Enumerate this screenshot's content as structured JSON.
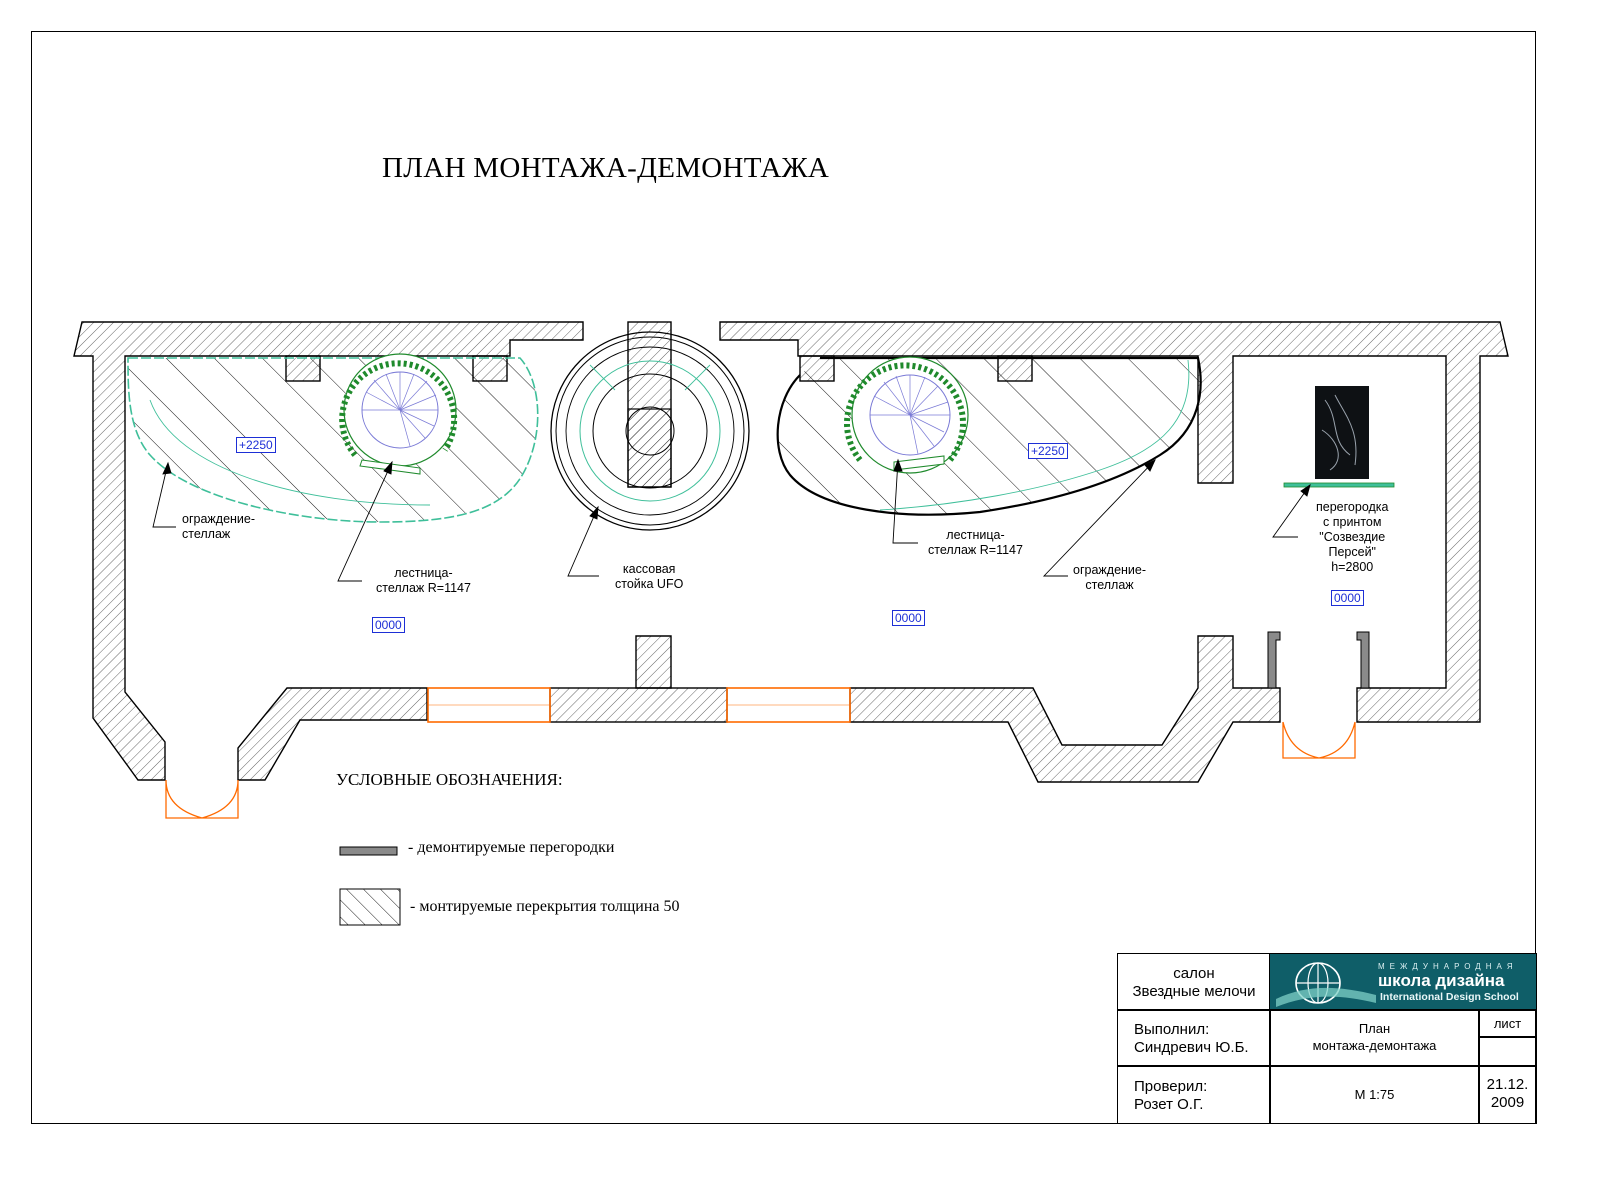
{
  "title": "ПЛАН МОНТАЖА-ДЕМОНТАЖА",
  "annotations": {
    "rail_left": "ограждение-\nстеллаж",
    "stair_left": "лестница-\nстеллаж R=1147",
    "cash_desk": "кассовая\nстойка UFO",
    "stair_right": "лестница-\nстеллаж R=1147",
    "rail_right": "ограждение-\nстеллаж",
    "partition": "перегородка\nс принтом\n\"Созвездие\nПерсей\"\nh=2800"
  },
  "levels": {
    "mezz_left": "+2250",
    "mezz_right": "+2250",
    "floor_left": "0000",
    "floor_mid": "0000",
    "floor_right": "0000"
  },
  "legend": {
    "heading": "УСЛОВНЫЕ ОБОЗНАЧЕНИЯ:",
    "demolished": "- демонтируемые перегородки",
    "mounted": "- монтируемые перекрытия толщина 50"
  },
  "title_block": {
    "project_line1": "салон",
    "project_line2": "Звездные мелочи",
    "performed_label": "Выполнил:",
    "performed_name": "Синдревич Ю.Б.",
    "checked_label": "Проверил:",
    "checked_name": "Розет О.Г.",
    "sheet_title_line1": "План",
    "sheet_title_line2": "монтажа-демонтажа",
    "sheet_label": "лист",
    "scale": "М 1:75",
    "date_line1": "21.12.",
    "date_line2": "2009",
    "logo_top": "МЕЖДУНАРОДНАЯ",
    "logo_main": "школа дизайна",
    "logo_sub": "International Design School"
  },
  "colors": {
    "wall_outline": "#000000",
    "hatch": "#000000",
    "stair_green": "#1f8a2c",
    "stair_blue": "#7a7ad6",
    "rail_cyan": "#3fbf9a",
    "door_orange": "#ff6a00",
    "level_blue": "#1d2fd6",
    "demolished_gray": "#8a8a8a",
    "logo_teal": "#0f5e68"
  }
}
